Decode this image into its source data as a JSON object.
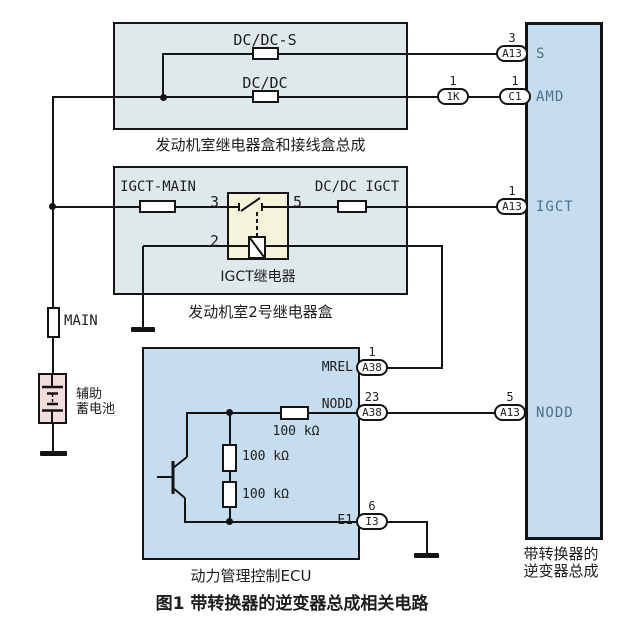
{
  "caption": "图1  带转换器的逆变器总成相关电路",
  "top_box": {
    "label": "发动机室继电器盒和接线盒总成",
    "fuse_s": "DC/DC-S",
    "fuse_dc": "DC/DC"
  },
  "mid_box": {
    "label": "发动机室2号继电器盒",
    "fuse_left": "IGCT-MAIN",
    "fuse_right": "DC/DC IGCT",
    "relay": {
      "label": "IGCT继电器",
      "t3": "3",
      "t5": "5",
      "t2": "2"
    }
  },
  "battery_branch": {
    "fuse": "MAIN",
    "battery_label_1": "辅助",
    "battery_label_2": "蓄电池"
  },
  "ecu": {
    "label": "动力管理控制ECU",
    "mrel": {
      "name": "MREL",
      "pin": "1",
      "conn": "A38"
    },
    "nodd": {
      "name": "NODD",
      "pin": "23",
      "conn": "A38"
    },
    "e1": {
      "name": "E1",
      "pin": "6",
      "conn": "I3"
    },
    "r_series": "100 kΩ",
    "r_top": "100 kΩ",
    "r_bottom": "100 kΩ"
  },
  "inverter": {
    "caption_1": "带转换器的",
    "caption_2": "逆变器总成",
    "pin_s": "S",
    "pin_amd": "AMD",
    "pin_igct": "IGCT",
    "pin_nodd": "NODD"
  },
  "connectors": {
    "s": {
      "pin": "3",
      "id": "A13"
    },
    "k1": {
      "pin": "1",
      "id": "1K"
    },
    "c1": {
      "pin": "1",
      "id": "C1"
    },
    "igct": {
      "pin": "1",
      "id": "A13"
    },
    "nodd_inv": {
      "pin": "5",
      "id": "A13"
    }
  },
  "colors": {
    "relay_junction_box_fill": "#dfe9ec",
    "blue_box_fill": "#c6ddef",
    "relay_fill": "#f4f4da",
    "battery_fill": "#f3dcdc",
    "wire": "#141414",
    "inverter_pin_text": "#4c7089"
  }
}
